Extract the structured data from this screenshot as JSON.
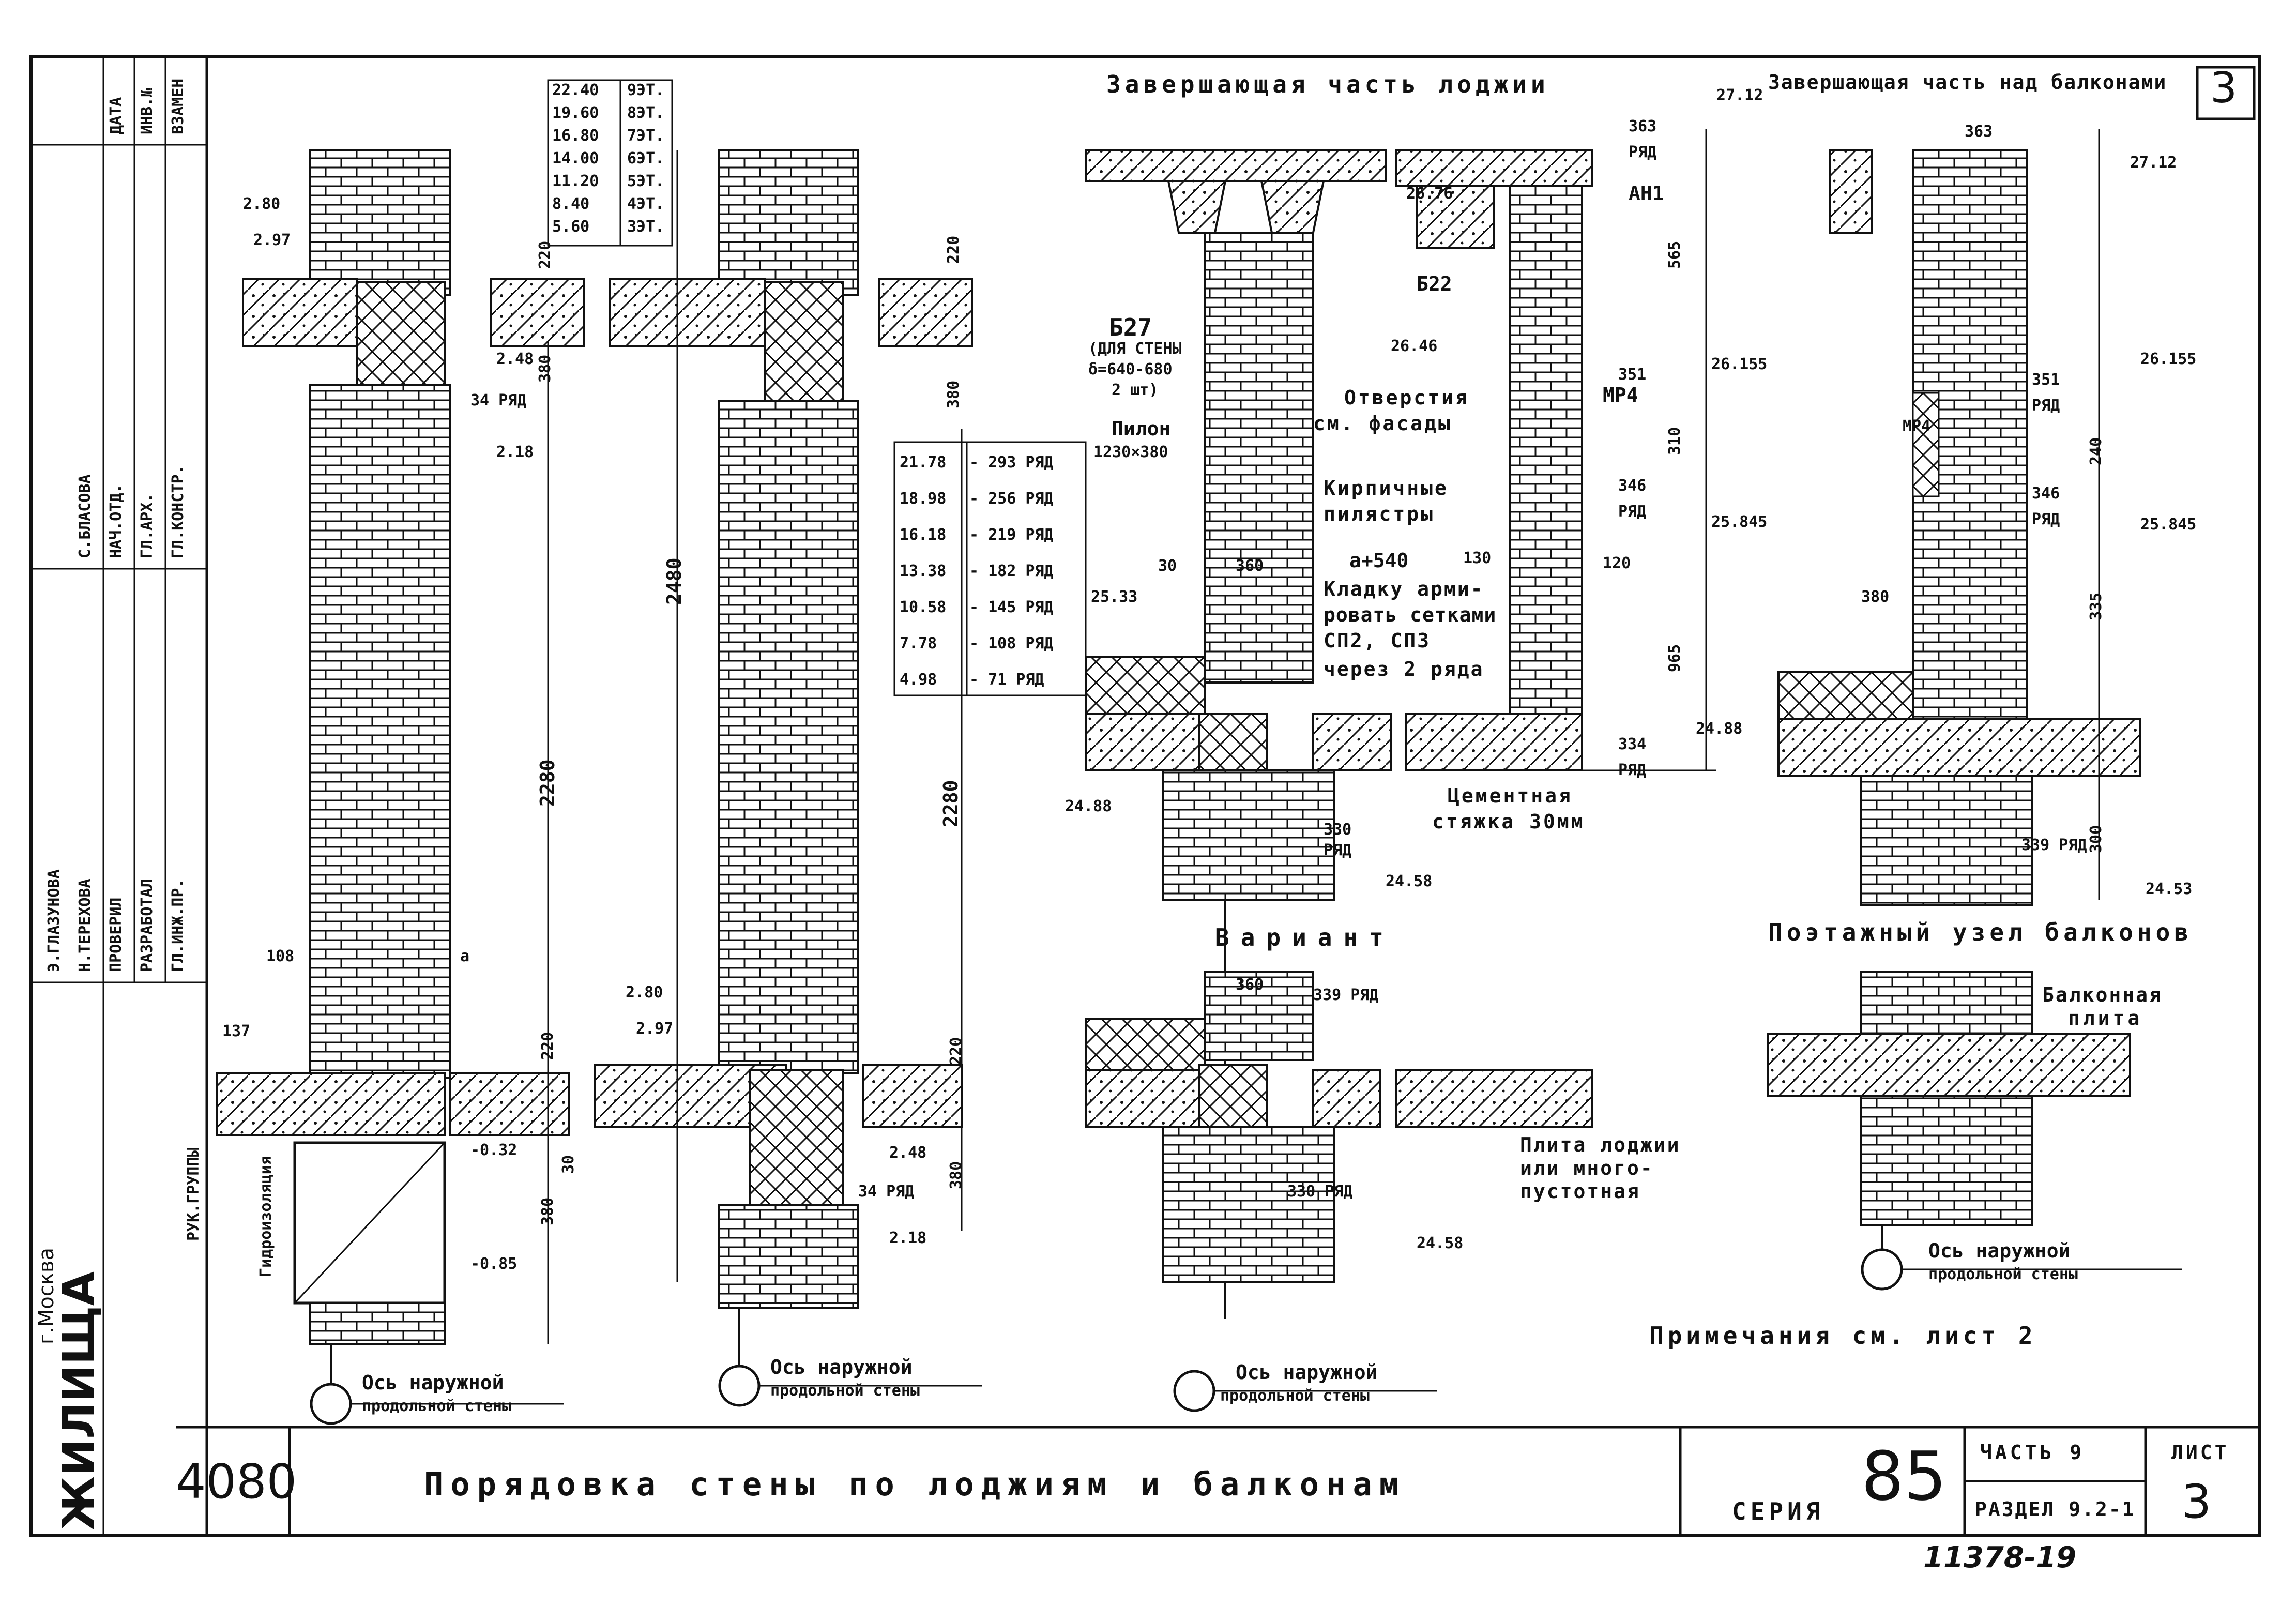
{
  "title_block": {
    "main_title": "Порядовка стены по лоджиям и балконам",
    "series_label": "СЕРИЯ",
    "series_number": "85",
    "part": "ЧАСТЬ 9",
    "section": "РАЗДЕЛ 9.2-1",
    "sheet_label": "ЛИСТ",
    "sheet_number": "3",
    "archive_number": "4080",
    "drawing_code": "11378-19",
    "corner_sheet": "3",
    "org_name": "ЖИЛИЩА",
    "city": "г.Москва"
  },
  "stamp_strip": {
    "date_label": "ДАТА",
    "inv_label": "ИНВ.№",
    "replaces_label": "ВЗАМЕН",
    "roles": [
      "НАЧ.ОТД.",
      "ГЛ.АРХ.",
      "ГЛ.КОНСТР.",
      "ПРОВЕРИЛ",
      "РАЗРАБОТАЛ",
      "ГЛ.ИНЖ.ПР.",
      "РУК.ГРУППЫ"
    ],
    "names": [
      "С.БЛАСОВА",
      "Н.ТЕРЕХОВА",
      "Э.ГЛАЗУНОВА"
    ]
  },
  "floor_table": [
    {
      "level": "22.40",
      "floor": "9ЭТ."
    },
    {
      "level": "19.60",
      "floor": "8ЭТ."
    },
    {
      "level": "16.80",
      "floor": "7ЭТ."
    },
    {
      "level": "14.00",
      "floor": "6ЭТ."
    },
    {
      "level": "11.20",
      "floor": "5ЭТ."
    },
    {
      "level": "8.40",
      "floor": "4ЭТ."
    },
    {
      "level": "5.60",
      "floor": "3ЭТ."
    }
  ],
  "row_table": [
    {
      "level": "21.78",
      "row": "- 293 РЯД"
    },
    {
      "level": "18.98",
      "row": "- 256 РЯД"
    },
    {
      "level": "16.18",
      "row": "- 219 РЯД"
    },
    {
      "level": "13.38",
      "row": "- 182 РЯД"
    },
    {
      "level": "10.58",
      "row": "- 145 РЯД"
    },
    {
      "level": "7.78",
      "row": "- 108 РЯД"
    },
    {
      "level": "4.98",
      "row": "- 71 РЯД"
    }
  ],
  "section_titles": {
    "loggia_top": "Завершающая часть лоджии",
    "balcony_top": "Завершающая часть над балконами",
    "variant": "Вариант",
    "balcony_node": "Поэтажный узел балконов",
    "note": "Примечания см. лист 2"
  },
  "axis_labels": [
    {
      "line1": "Ось наружной",
      "line2": "продольной стены"
    },
    {
      "line1": "Ось наружной",
      "line2": "продольной стены"
    },
    {
      "line1": "Ось наружной",
      "line2": "продольной стены"
    },
    {
      "line1": "Ось наружной",
      "line2": "продольной стены"
    }
  ],
  "annotations": {
    "b27": "Б27",
    "b27_note1": "(ДЛЯ СТЕНЫ",
    "b27_note2": "δ=640-680",
    "b27_note3": "2 шт)",
    "plaster": "Пилон",
    "plaster_size": "1230×380",
    "b22": "Б22",
    "openings1": "Отверстия",
    "openings2": "см. фасады",
    "pilasters1": "Кирпичные",
    "pilasters2": "пилястры",
    "a540": "а+540",
    "rein1": "Кладку арми-",
    "rein2": "ровать сетками",
    "rein3": "СП2, СП3",
    "rein4": "через 2 ряда",
    "screed1": "Цементная",
    "screed2": "стяжка 30мм",
    "loggia_slab1": "Плита лоджии",
    "loggia_slab2": "или много-",
    "loggia_slab3": "пустотная",
    "balcony_slab1": "Балконная",
    "balcony_slab2": "плита",
    "sewer": "Гидроизоляция",
    "an1": "АН1",
    "mr4": "МР4"
  },
  "dims": {
    "d_2_80": "2.80",
    "d_2_97": "2.97",
    "d_2_48": "2.48",
    "d_34": "34 РЯД",
    "d_2_18": "2.18",
    "d_220": "220",
    "d_380": "380",
    "d_2280": "2280",
    "d_2480": "2480",
    "d_108": "108",
    "d_a": "а",
    "d_137": "137",
    "d_0_32": "-0.32",
    "d_0_85": "-0.85",
    "d_30": "30",
    "d_363": "363",
    "d_ryad": "РЯД",
    "d_27_12": "27.12",
    "d_26_76": "26.76",
    "d_26_46": "26.46",
    "d_351": "351",
    "d_26_155": "26.155",
    "d_346": "346",
    "d_25_845": "25.845",
    "d_334": "334",
    "d_24_88": "24.88",
    "d_330": "330",
    "d_24_58": "24.58",
    "d_25_33": "25.33",
    "d_565": "565",
    "d_310": "310",
    "d_965": "965",
    "d_120": "120",
    "d_130": "130",
    "d_360": "360",
    "d_339": "339 РЯД",
    "d_330r": "330 РЯД",
    "d_380b": "380",
    "d_240": "240",
    "d_335": "335",
    "d_300": "300",
    "d_24_53": "24.53"
  }
}
